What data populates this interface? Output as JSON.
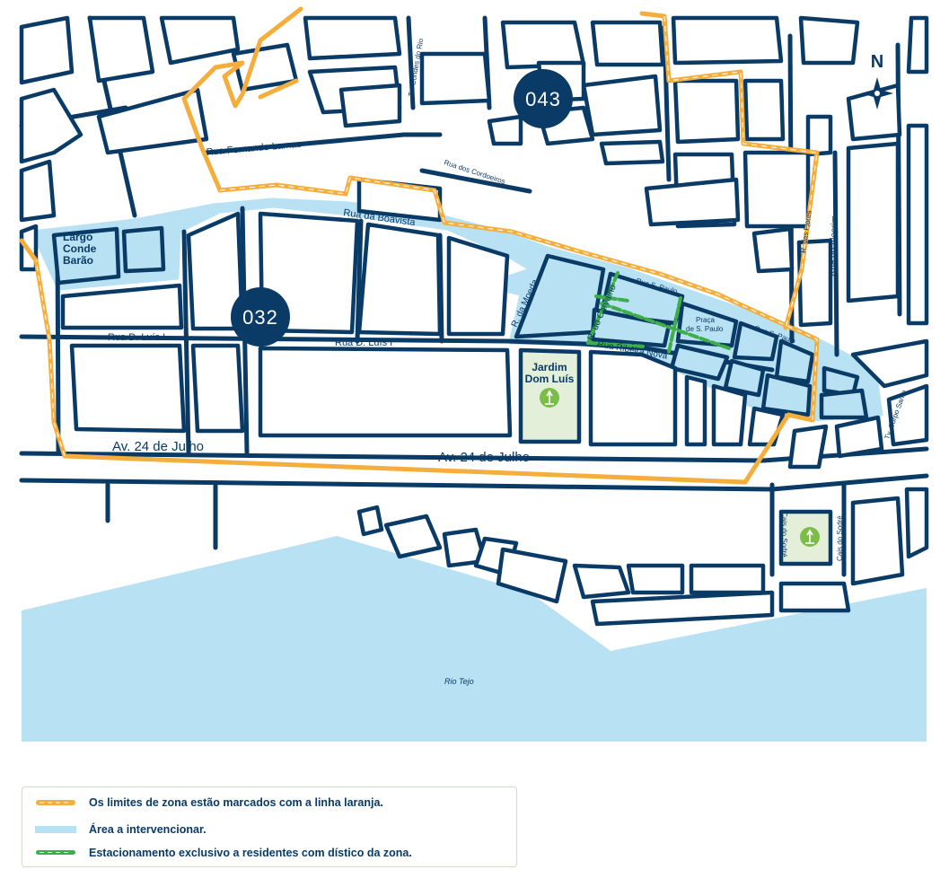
{
  "colors": {
    "street": "#0a3a66",
    "boundary": "#f5ae3c",
    "intervention": "#b8e1f3",
    "resident_parking": "#3dae4a",
    "park": "#e3efd9",
    "park_icon": "#7cbd4a",
    "river": "#b8e1f3"
  },
  "map": {
    "compass": {
      "label": "N",
      "icon": "compass-rose-icon"
    },
    "zones": [
      {
        "number": "043"
      },
      {
        "number": "032"
      }
    ],
    "places": {
      "largo_line1": "Largo",
      "largo_line2": "Conde",
      "largo_line3": "Barão",
      "jardim_line1": "Jardim",
      "jardim_line2": "Dom Luís",
      "praca_line1": "Praça",
      "praca_line2": "de S. Paulo"
    },
    "streets": {
      "fernando_lamas": "Rua Fernando Lamas",
      "boavista": "Rua da Boavista",
      "d_luis_west": "Rua D. Luís I",
      "d_luis_east": "Rua D. Luís I",
      "av24_west": "Av. 24 de Julho",
      "av24_east": "Av. 24 de Julho",
      "condes_rio": "Tv. Condes do Rio",
      "cordoeiros": "Rua dos Cordoeiros",
      "flores": "R. das Flores",
      "alecrim": "Rua do Alecrim",
      "moeda": "R. da Moeda",
      "carvalho": "R. do Carvalho",
      "s_paulo_1": "Rua S. Paulo",
      "s_paulo_2": "Rua S. Paulo",
      "ribeira_nova": "Rua Ribeira Nova",
      "corpo_santo": "Tv. Corpo Santo",
      "cais_sodre_1": "Cais do Sodré",
      "cais_sodre_2": "Cais do Sodré",
      "rio_tejo": "Rio Tejo"
    },
    "park_icon": "tree-icon"
  },
  "legend": {
    "items": [
      {
        "label": "Os limites de zona estão marcados com a linha laranja.",
        "color": "#f5ae3c",
        "style": "orange-dashed-line"
      },
      {
        "label": "Área a intervencionar.",
        "color": "#b8e1f3",
        "style": "blue-area"
      },
      {
        "label": "Estacionamento exclusivo a residentes com dístico da zona.",
        "color": "#3dae4a",
        "style": "green-dashed-line"
      }
    ]
  }
}
